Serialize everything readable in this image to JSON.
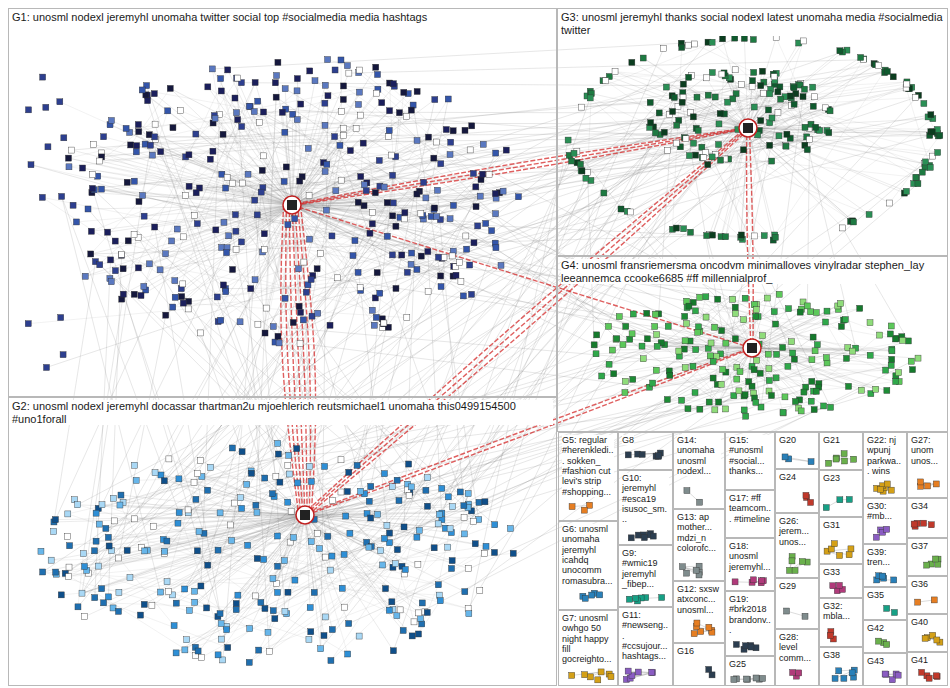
{
  "diagram": {
    "nodes": [
      {
        "text": [
          "G1: unosml nodexl jeremyhl unomaha twitter social top #socialmedia media hashtags"
        ]
      },
      {
        "text": [
          "G3: unosml jeremyhl thanks social nodexl latest unomaha media #socialmedia twitter"
        ]
      },
      {
        "text": [
          "G4: unosml fransriemersma oncodvm minimalloves vinylradar stephen_lay leeannemca ccooke6685 #ff millennialprof_"
        ]
      },
      {
        "text": [
          "G2: unosml nodexl jeremyhl docassar thartman2u mjoehlerich reutsmichael1 unomaha this0499154500 #uno1forall"
        ]
      },
      {
        "text": [
          "G5: regular #herenkledi... sokken_ #fashion cut levi's strip #shopping..."
        ]
      },
      {
        "text": [
          "G8"
        ]
      },
      {
        "text": [
          "G14: unomaha unosml nodexl..."
        ]
      },
      {
        "text": [
          "G15: #unosml #social... thanks..."
        ]
      },
      {
        "text": [
          "G20"
        ]
      },
      {
        "text": [
          "G21"
        ]
      },
      {
        "text": [
          "G22: nj wpunj parkwa... wins"
        ]
      },
      {
        "text": [
          "G17: #ff teamcom... #timeline"
        ]
      },
      {
        "text": [
          "G24"
        ]
      },
      {
        "text": [
          "G23"
        ]
      },
      {
        "text": [
          "G27: unom unos..."
        ]
      },
      {
        "text": [
          "G10: jeremyhl #esca19 isusoc_sm..."
        ]
      },
      {
        "text": [
          "G13: ap mother... mdzi_n colorofc..."
        ]
      },
      {
        "text": [
          "G18: unosml jeremyhl..."
        ]
      },
      {
        "text": [
          "G6: unosml unomaha jeremyhl icahdq unocomm romasubra..."
        ]
      },
      {
        "text": [
          "G26: jerem... unos..."
        ]
      },
      {
        "text": [
          "G31"
        ]
      },
      {
        "text": [
          "G30: #mb..."
        ]
      },
      {
        "text": [
          "G34"
        ]
      },
      {
        "text": [
          "G9: #wmic19 jeremyhl _fibep..."
        ]
      },
      {
        "text": [
          "G12: sxsw atxconc... unosml..."
        ]
      },
      {
        "text": [
          "G19: #brk2018 brandonv..."
        ]
      },
      {
        "text": [
          "G29"
        ]
      },
      {
        "text": [
          "G33"
        ]
      },
      {
        "text": [
          "G39: tren..."
        ]
      },
      {
        "text": [
          "G37"
        ]
      },
      {
        "text": [
          "G7: unosml owhgo 50 night happy fill gocreighto..."
        ]
      },
      {
        "text": [
          "G11: #newseng... #ccsujour... hashtags..."
        ]
      },
      {
        "text": [
          "G32: mbla..."
        ]
      },
      {
        "text": [
          "G35"
        ]
      },
      {
        "text": [
          "G36"
        ]
      },
      {
        "text": [
          "G16"
        ]
      },
      {
        "text": [
          "G25"
        ]
      },
      {
        "text": [
          "G28: level comm..."
        ]
      },
      {
        "text": [
          "G38"
        ]
      },
      {
        "text": [
          "G42"
        ]
      },
      {
        "text": [
          "G40"
        ]
      },
      {
        "text": [
          "G43"
        ]
      },
      {
        "text": [
          "G41"
        ]
      }
    ]
  }
}
